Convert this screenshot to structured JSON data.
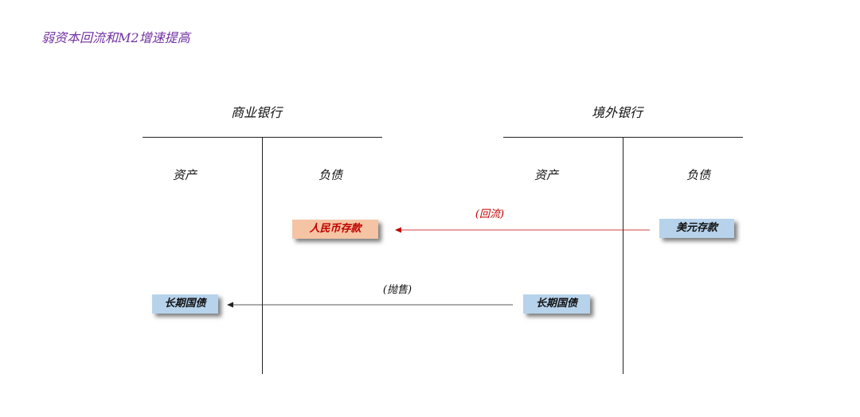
{
  "title": "弱资本回流和M2增速提高",
  "banks": {
    "commercial": {
      "name": "商业银行",
      "assets_label": "资产",
      "liabilities_label": "负债"
    },
    "overseas": {
      "name": "境外银行",
      "assets_label": "资产",
      "liabilities_label": "负债"
    }
  },
  "items": {
    "rmb_deposit": "人民币存款",
    "usd_deposit": "美元存款",
    "bonds_commercial": "长期国债",
    "bonds_overseas": "长期国债"
  },
  "flows": {
    "return_label": "(回流)",
    "sell_label": "(抛售)"
  },
  "colors": {
    "title": "#7030a0",
    "box_blue": "#b7d3ec",
    "box_orange": "#f5c4a4",
    "return_arrow": "#c00000",
    "sell_arrow": "#000000"
  }
}
